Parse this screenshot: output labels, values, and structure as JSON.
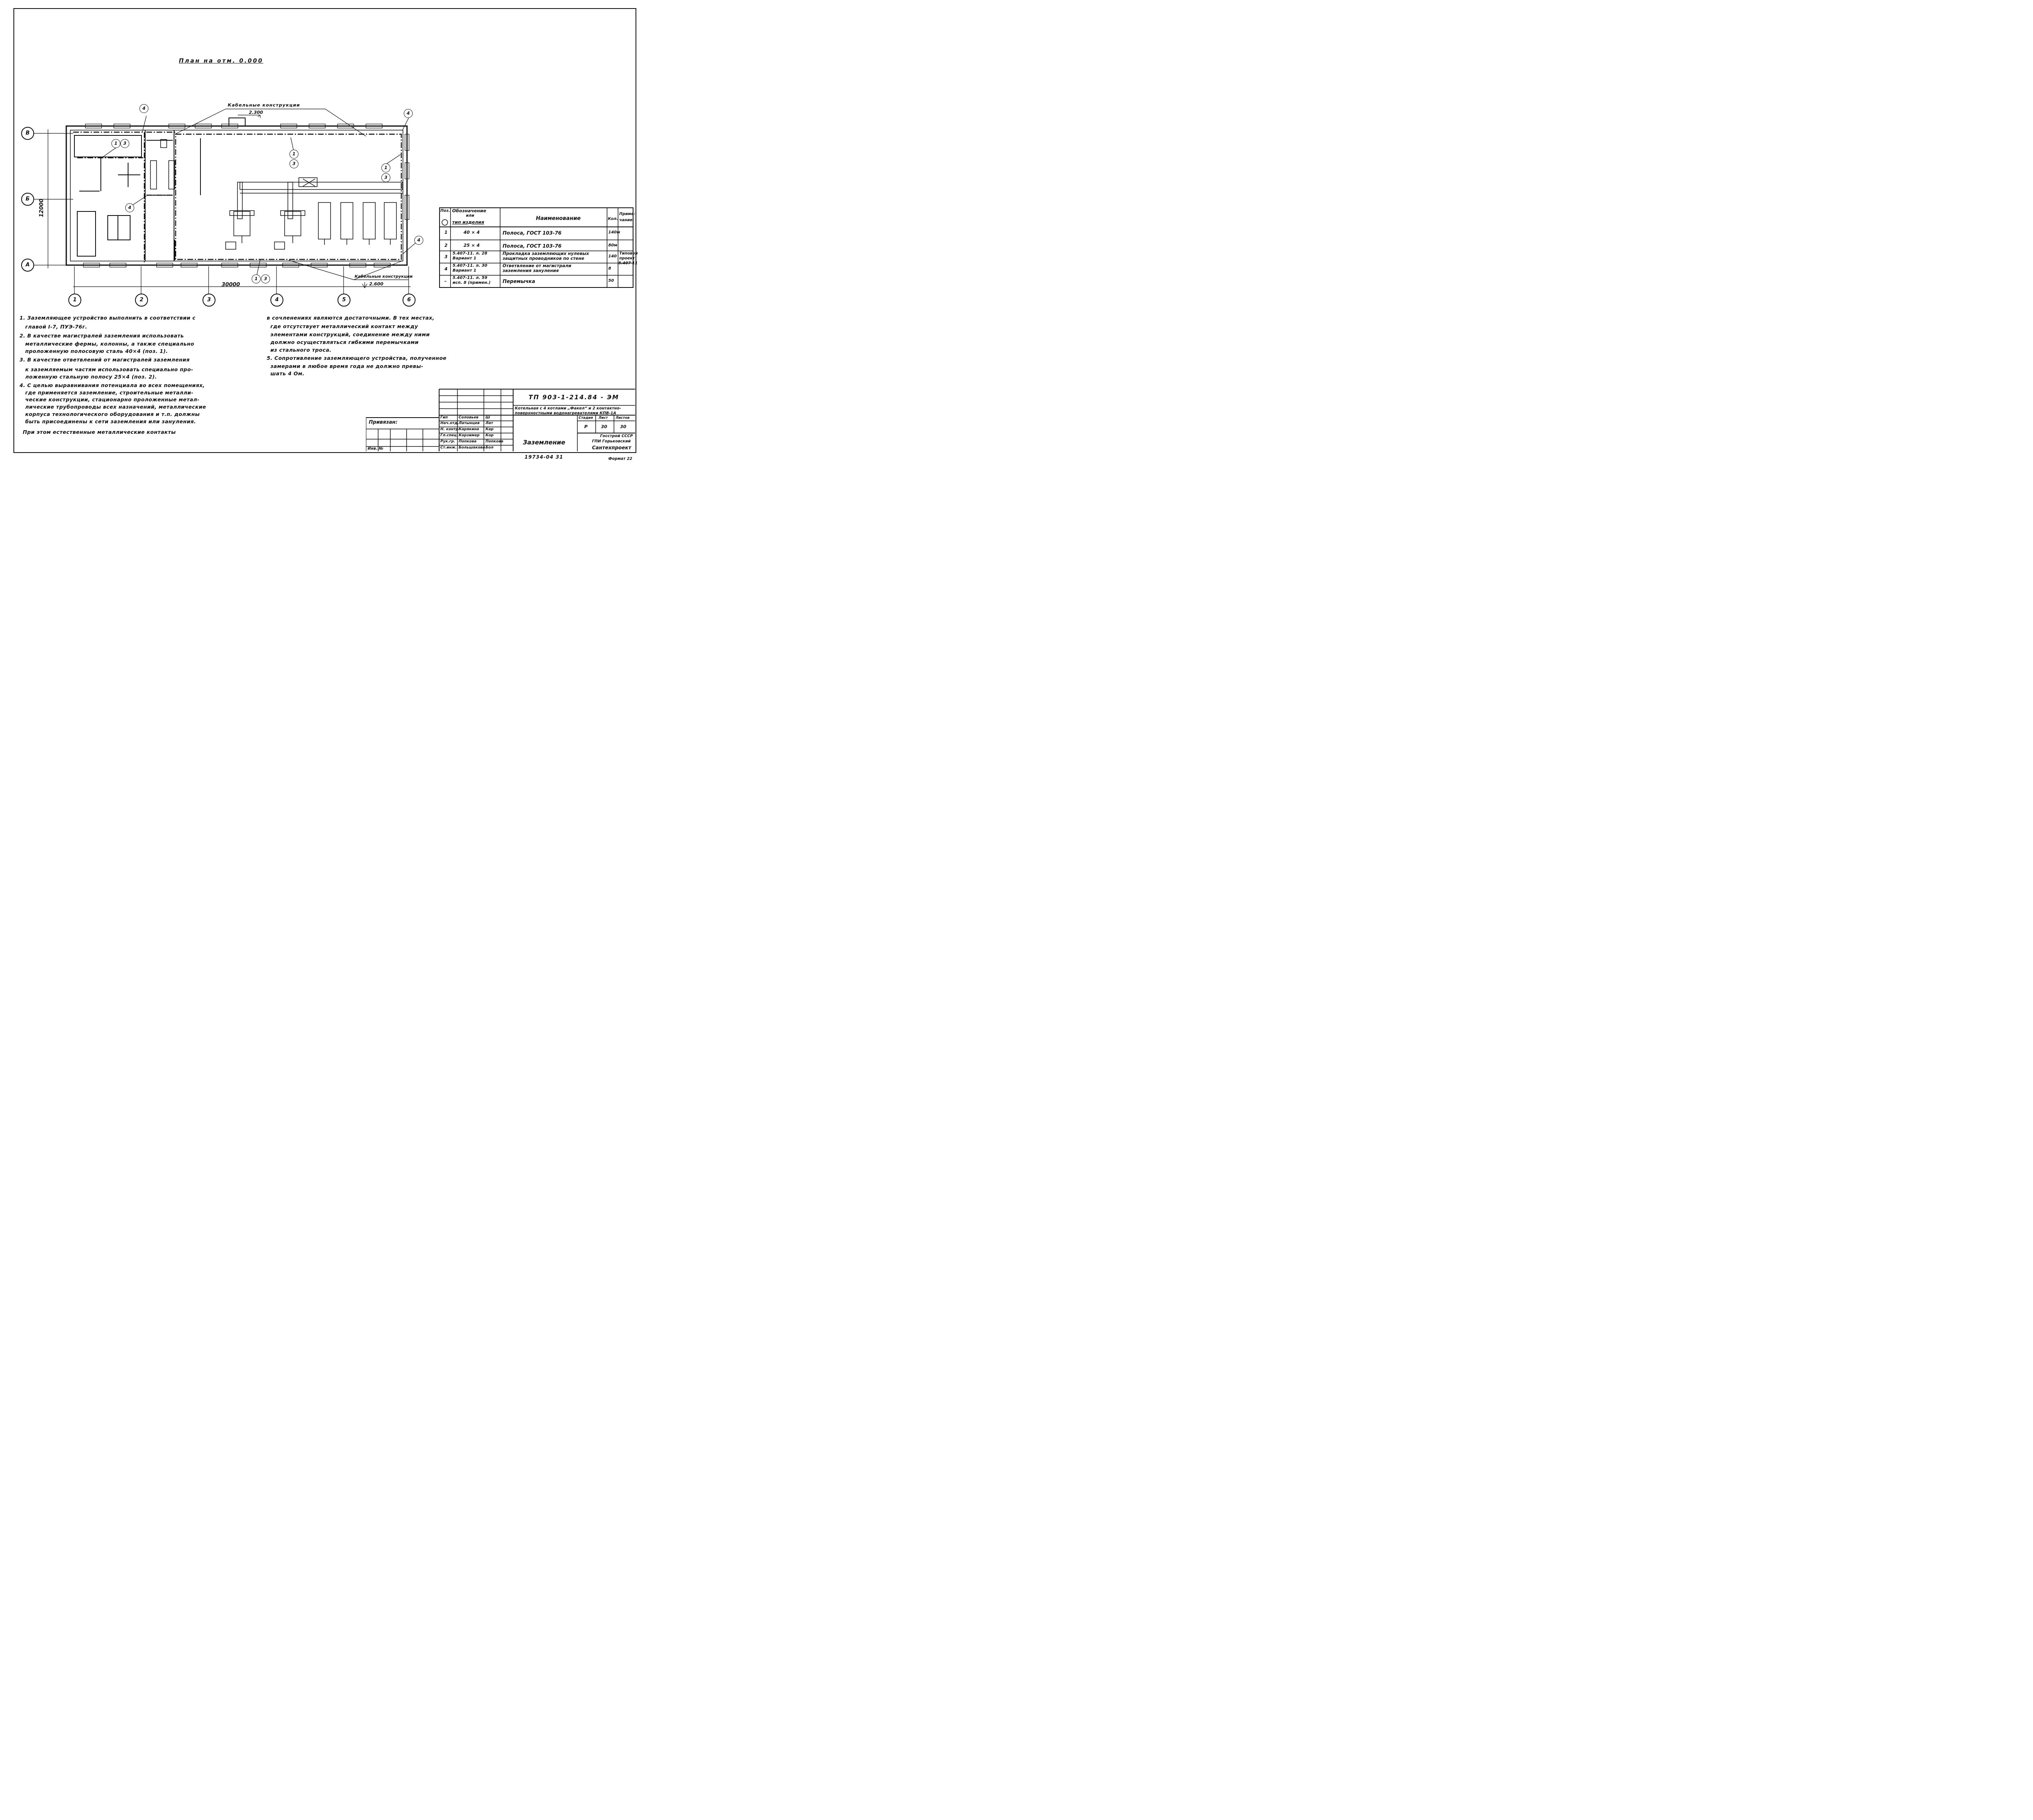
{
  "plan": {
    "title": "План на отм. 0.000",
    "cable_top": "Кабельные конструкции",
    "cable_top_level": "2.300",
    "cable_bottom": "Кабельные конструкции",
    "cable_bottom_level": "2.600",
    "dim_total": "30000",
    "dim_height": "12000",
    "axes_letters": [
      "В",
      "Б",
      "А"
    ],
    "axes_numbers": [
      "1",
      "2",
      "3",
      "4",
      "5",
      "6"
    ],
    "markers": {
      "m1": "1",
      "m3": "3",
      "m4": "4"
    }
  },
  "spec": {
    "headers": {
      "pos": "Поз.",
      "designation": "Обозначение или тип изделия",
      "designation_l1": "Обозначение",
      "designation_l2": "или",
      "designation_l3": "тип изделия",
      "name": "Наименование",
      "qty": "Кол.",
      "note_l1": "Приме-",
      "note_l2": "чание"
    },
    "rows": [
      {
        "pos": "1",
        "des1": "40 × 4",
        "des2": "",
        "name1": "Полоса, ГОСТ 103-76",
        "name2": "",
        "qty": "140м",
        "note1": "",
        "note2": "",
        "note3": ""
      },
      {
        "pos": "2",
        "des1": "25 × 4",
        "des2": "",
        "name1": "Полоса, ГОСТ 103-76",
        "name2": "",
        "qty": "80м",
        "note1": "",
        "note2": "",
        "note3": ""
      },
      {
        "pos": "3",
        "des1": "5.407-11. л. 28",
        "des2": "Вариант 1",
        "name1": "Прокладка заземляющих нулевых",
        "name2": "защитных проводников по стене",
        "qty": "140",
        "note1": "Типовой",
        "note2": "проект",
        "note3": "5.407-11"
      },
      {
        "pos": "4",
        "des1": "5.407-11. л. 30",
        "des2": "Вариант 1",
        "name1": "Ответвление от магистрали",
        "name2": "заземления зануления",
        "qty": "8",
        "note1": "",
        "note2": "",
        "note3": ""
      },
      {
        "pos": "–",
        "des1": "5.407-11. л. 59",
        "des2": "исп. 8 (примен.)",
        "name1": "Перемычка",
        "name2": "",
        "qty": "50",
        "note1": "",
        "note2": "",
        "note3": ""
      }
    ]
  },
  "notes": [
    "1. Заземляющее устройство выполнить в соответствии с",
    "главой I-7, ПУЭ-76г.",
    "2. В качестве магистралей заземления использовать",
    "металлические фермы, колонны, а также специально",
    "проложенную полосовую сталь 40×4 (поз. 1).",
    "3. В качестве ответвлений от магистралей заземления",
    "к заземляемым частям использовать специально про-",
    "ложенную стальную полосу 25×4 (поз. 2).",
    "4. С целью выравнивания потенциала во всех помещениях,",
    "где применяется заземление, строительные металли-",
    "ческие конструкции, стационарно проложенные метал-",
    "лические трубопроводы всех назначений, металлические",
    "корпуса технологического оборудования и т.п. должны",
    "быть присоединены к сети заземления или зануления.",
    "При этом естественные металлические контакты"
  ],
  "notes_right": [
    "в сочленениях являются достаточными. В тех местах,",
    "где отсутствует металлический контакт между",
    "элементами конструкций, соединение между ними",
    "должно осуществляться гибкими перемычками",
    "из стального троса.",
    "5. Сопротивление заземляющего устройства, полученное",
    "замерами в любое время года не должно превы-",
    "шать 4 Ом."
  ],
  "stamp": {
    "doc_code": "ТП 903-1-214.84 - ЭМ",
    "project_l1": "Котельная с 4 котлами „Факел“ и 2 контактно-",
    "project_l2": "поверхностными водонагревателями КПВ-1А",
    "stage_h": "Стадия",
    "sheet_h": "Лист",
    "sheets_h": "Листов",
    "stage": "Р",
    "sheet": "30",
    "sheets": "30",
    "sheet_title": "Заземление",
    "org_l1": "Госстрой СССР",
    "org_l2": "ГПИ Горьковский",
    "org_l3": "Сантехпроект",
    "privyazan": "Привязан:",
    "inv": "Инв. №",
    "roles": [
      "Гип",
      "Нач.отд.",
      "Н. контр.",
      "Гл.спец.",
      "Рук.гр.",
      "Ст.инж."
    ],
    "names": [
      "Соловьев",
      "Латынцев",
      "Карякина",
      "Корзимер",
      "Попкова",
      "Большакова"
    ],
    "signatures": [
      "Ш",
      "Лат",
      "Кар",
      "Кор",
      "Попкова",
      "Бол"
    ],
    "archive": "19734-04  31",
    "format": "Формат 22"
  }
}
